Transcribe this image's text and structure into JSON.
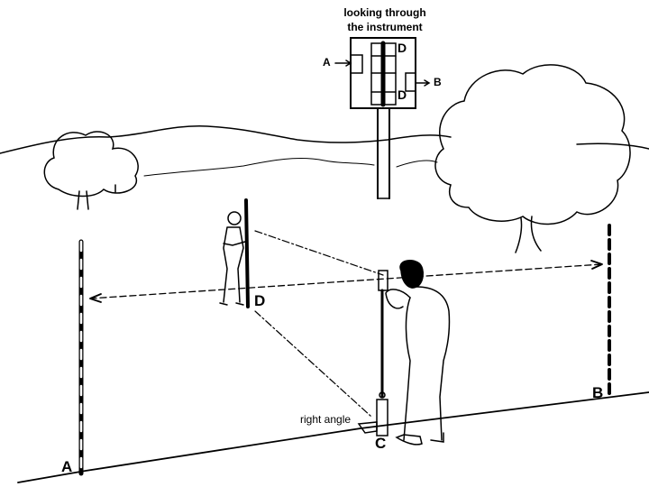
{
  "inset": {
    "title_line1": "looking through",
    "title_line2": "the instrument",
    "label_a": "A",
    "label_b": "B",
    "label_d_top": "D",
    "label_d_bottom": "D"
  },
  "labels": {
    "pole_a": "A",
    "pole_b": "B",
    "pole_d": "D",
    "point_c": "C",
    "right_angle": "right angle"
  },
  "colors": {
    "ink": "#000000",
    "paper": "#ffffff"
  }
}
